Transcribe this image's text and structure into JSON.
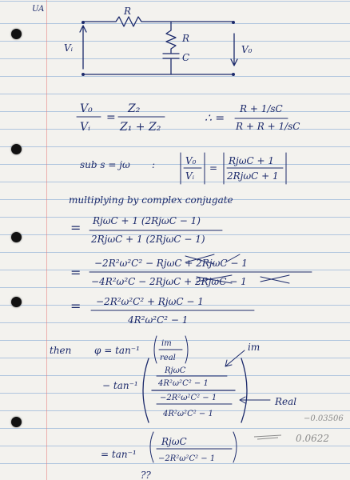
{
  "page_mark": "UA",
  "circuit": {
    "r_top": "R",
    "r_shunt": "R",
    "cap": "C",
    "vin": "Vᵢ",
    "vout": "V₀"
  },
  "eq1": {
    "lhs_num": "V₀",
    "lhs_den": "Vᵢ",
    "eq": "=",
    "mid_num": "Z₂",
    "mid_den": "Z₁ + Z₂",
    "therefore": "∴ =",
    "rhs_num": "R + 1/sC",
    "rhs_den": "R + R + 1/sC"
  },
  "eq2": {
    "sub": "sub s = jω",
    "colon": ":",
    "lhs_num": "V₀",
    "lhs_den": "Vᵢ",
    "eq": "=",
    "rhs_num": "RjωC + 1",
    "rhs_den": "2RjωC + 1"
  },
  "eq3": {
    "text": "multiplying by complex conjugate"
  },
  "eq4": {
    "eq": "=",
    "num": "RjωC + 1  (2RjωC − 1)",
    "den": "2RjωC + 1  (2RjωC − 1)"
  },
  "eq5": {
    "eq": "=",
    "num": "−2R²ω²C² − RjωC + 2RjωC − 1",
    "den": "−4R²ω²C − 2RjωC + 2RjωC − 1"
  },
  "eq6": {
    "eq": "=",
    "num": "−2R²ω²C² + RjωC − 1",
    "den": "4R²ω²C² − 1"
  },
  "eq7": {
    "then": "then",
    "phi": "φ = tan⁻¹",
    "im_real_num": "im",
    "im_real_den": "real",
    "arrow_im": "im",
    "arrow_real": "Real",
    "minus_tan": "− tan⁻¹",
    "inner_im_num": "RjωC",
    "inner_im_den": "4R²ω²C² − 1",
    "inner_re_num": "−2R²ω²C² − 1",
    "inner_re_den": "4R²ω²C² − 1"
  },
  "eq8": {
    "lhs": "= tan⁻¹",
    "num": "RjωC",
    "den": "−2R²ω²C² − 1",
    "pencil_top": "−0.03506",
    "pencil_val": "0.0622",
    "qq": "??"
  }
}
